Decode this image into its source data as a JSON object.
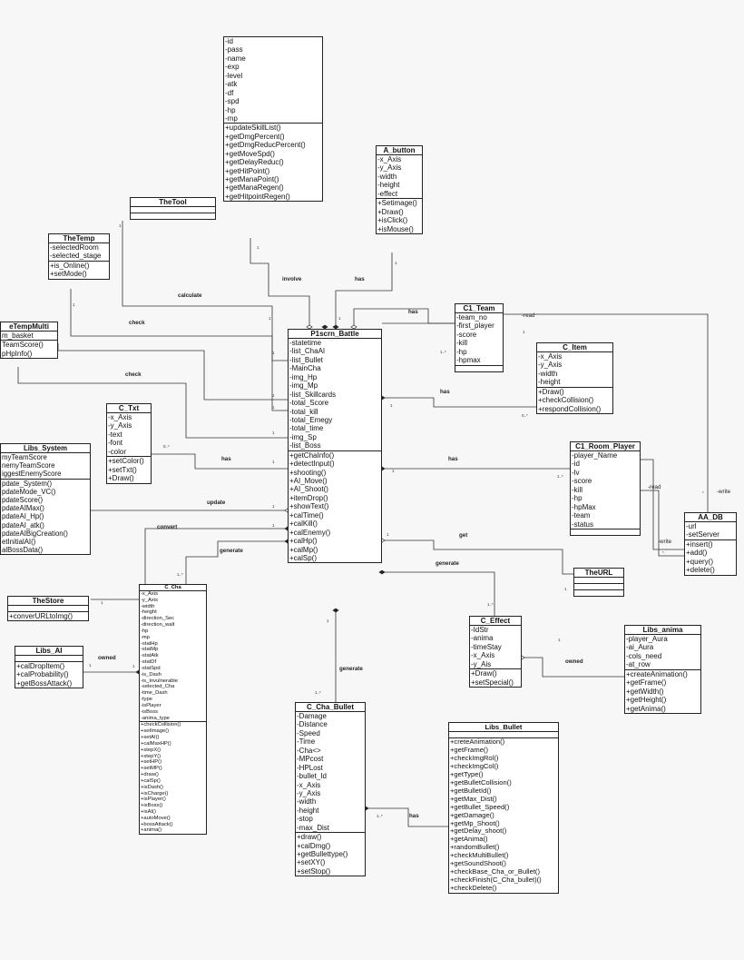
{
  "classes": [
    {
      "id": "user_stats",
      "name": "",
      "attributes": [
        "-id",
        "-pass",
        "-name",
        "-exp",
        "-level",
        "-atk",
        "-df",
        "-spd",
        "-hp",
        "-mp"
      ],
      "methods": [
        "+updateSkillList()",
        "+getDmgPercent()",
        "+getDmgReducPercent()",
        "+getMoveSpd()",
        "+getDelayReduc()",
        "+getHitPoint()",
        "+getManaPoint()",
        "+getManaRegen()",
        "+getHitpointRegen()"
      ]
    },
    {
      "id": "a_button",
      "name": "A_button",
      "attributes": [
        "-x_Axis",
        "-y_Axis",
        "-width",
        "-height",
        "-effect"
      ],
      "methods": [
        "+Setimage()",
        "+Draw()",
        "+isClick()",
        "+isMouse()"
      ]
    },
    {
      "id": "the_tool",
      "name": "TheTool",
      "attributes": [],
      "methods": []
    },
    {
      "id": "the_temp",
      "name": "TheTemp",
      "attributes": [
        "-selectedRoom",
        "-selected_stage"
      ],
      "methods": [
        "+is_Online()",
        "+setMode()"
      ]
    },
    {
      "id": "the_temp_multi",
      "name": "eTempMulti",
      "attributes": [
        "m_basket"
      ],
      "methods": [
        "TeamScore()",
        "pHpInfo()"
      ]
    },
    {
      "id": "p1scrn_battle",
      "name": "P1scrn_Battle",
      "attributes": [
        "-statetime",
        "-list_ChaAI",
        "-list_Bullet",
        "-MainCha",
        "-img_Hp",
        "-img_Mp",
        "-list_Skillcards",
        "-total_Score",
        "-total_kill",
        "-total_Emegy",
        "-total_time",
        "-img_Sp",
        "-list_Boss"
      ],
      "methods": [
        "+getChaInfo()",
        "+detectInput()",
        "+shooting()",
        "+AI_Move()",
        "+AI_Shoot()",
        "+itemDrop()",
        "+showText()",
        "+calTime()",
        "+calKill()",
        "+calEnemy()",
        "+calHp()",
        "+calMp()",
        "+calSp()"
      ]
    },
    {
      "id": "c1_team",
      "name": "C1_Team",
      "attributes": [
        "-team_no",
        "-first_player",
        "-score",
        "-kill",
        "-hp",
        "-hpmax"
      ],
      "methods": []
    },
    {
      "id": "c_item",
      "name": "C_Item",
      "attributes": [
        "-x_Axis",
        "-y_Axis",
        "-width",
        "-height"
      ],
      "methods": [
        "+Draw()",
        "+checkCollision()",
        "+respondCollision()"
      ]
    },
    {
      "id": "c_txt",
      "name": "C_Txt",
      "attributes": [
        "-x_Axis",
        "-y_Axis",
        "-text",
        "-font",
        "-color"
      ],
      "methods": [
        "+setColor()",
        "+setTxt()",
        "+Draw()"
      ]
    },
    {
      "id": "libs_system",
      "name": "Libs_System",
      "attributes": [
        "myTeamScore",
        "nemyTeamScore",
        "iggestEnemyScore"
      ],
      "methods": [
        "pdate_System()",
        "pdateMode_VC()",
        "pdateScore()",
        "pdateAIMax()",
        "pdateAI_Hp()",
        "pdateAI_atk()",
        "pdateAIBigCreation()",
        "etInitialAI()",
        "alBossData()"
      ]
    },
    {
      "id": "c1_room_player",
      "name": "C1_Room_Player",
      "attributes": [
        "-player_Name",
        "-id",
        "-lv",
        "-score",
        "-kill",
        "-hp",
        "-hpMax",
        "-team",
        "-status"
      ],
      "methods": []
    },
    {
      "id": "aa_db",
      "name": "AA_DB",
      "attributes": [
        "-url",
        "-setServer"
      ],
      "methods": [
        "+insert()",
        "+add()",
        "+query()",
        "+delete()"
      ]
    },
    {
      "id": "the_url",
      "name": "TheURL",
      "attributes": [],
      "methods": []
    },
    {
      "id": "the_store",
      "name": "TheStore",
      "attributes": [],
      "methods": [
        "+converURLtoImg()"
      ]
    },
    {
      "id": "c_cha",
      "name": "C_Cha",
      "attributes": [
        "-x_Axis",
        "-y_Axis",
        "-width",
        "-height",
        "-direction_Sec",
        "-direction_walt",
        "-hp",
        "-mp",
        "-statHp",
        "-statMp",
        "-statAtk",
        "-statDf",
        "-statSpd",
        "-is_Dash",
        "-is_Invulnerable",
        "-selected_Cha",
        "-time_Dash",
        "-type",
        "-isPlayer",
        "-isBoss",
        "-anima_type"
      ],
      "methods": [
        "+checkCollision()",
        "+setImage()",
        "+setAI()",
        "+calMaxHP()",
        "+stepX()",
        "+stepY()",
        "+setHP()",
        "+setMP()",
        "+draw()",
        "+calSp()",
        "+isDash()",
        "+isCharge()",
        "+isPlayer()",
        "+isBoss()",
        "+isAI()",
        "+autoMove()",
        "+bossAttack()",
        "+anima()"
      ]
    },
    {
      "id": "c_effect",
      "name": "C_Effect",
      "attributes": [
        "-IdStr",
        "-anima",
        "-timeStay",
        "-x_Axis",
        "-y_Ais"
      ],
      "methods": [
        "+Draw()",
        "+setSpecial()"
      ]
    },
    {
      "id": "libs_anima",
      "name": "Libs_anima",
      "attributes": [
        "-player_Aura",
        "-ai_Aura",
        "-cols_need",
        "-at_row"
      ],
      "methods": [
        "+createAnimation()",
        "+getFrame()",
        "+getWidth()",
        "+getHeight()",
        "+getAnima()"
      ]
    },
    {
      "id": "libs_ai",
      "name": "Libs_AI",
      "attributes": [],
      "methods": [
        "+calDropItem()",
        "+calProbability()",
        "+getBossAttack()"
      ]
    },
    {
      "id": "c_cha_bullet",
      "name": "C_Cha_Bullet",
      "attributes": [
        "-Damage",
        "-Distance",
        "-Speed",
        "-Time",
        "-Cha<>",
        "-MPcost",
        "-HPLost",
        "-bullet_Id",
        "-x_Axis",
        "-y_Axis",
        "-width",
        "-height",
        "-stop",
        "-max_Dist"
      ],
      "methods": [
        "+draw()",
        "+calDmg()",
        "+getBullettype()",
        "+setXY()",
        "+setStop()"
      ]
    },
    {
      "id": "libs_bullet",
      "name": "Libs_Bullet",
      "attributes": [],
      "methods": [
        "+creteAnimation()",
        "+getFrame()",
        "+checkImgRol()",
        "+checkImgCol()",
        "+getType()",
        "+getBulletCollision()",
        "+getBulletId()",
        "+getMax_Dist()",
        "+getBullet_Speed()",
        "+getDamage()",
        "+getMp_Shoot()",
        "+getDelay_shoot()",
        "+getAnima()",
        "+randomBullet()",
        "+checkMultiBullet()",
        "+getSoundShoot()",
        "+checkBase_Cha_or_Bullet()",
        "+checkFinish(C_Cha_bullet)()",
        "+checkDelete()"
      ]
    }
  ],
  "labels": {
    "involve": "involve",
    "has1": "has",
    "calculate": "calculate",
    "check1": "check",
    "check2": "check",
    "has_team": "has",
    "has_item": "has",
    "has_txt": "has",
    "has_room": "has",
    "update": "update",
    "convert": "convert",
    "generate1": "generate",
    "get": "get",
    "generate2": "generate",
    "owned1": "owned",
    "generate3": "generate",
    "owned2": "owned",
    "has_bullet": "has",
    "read1": "-read",
    "read2": "-read",
    "write1": "-write",
    "write2": "-write"
  },
  "multiplicities": [
    "1",
    "1",
    "1",
    "1",
    "1",
    "1",
    "1",
    "1",
    "1",
    "1",
    "1",
    "1",
    "1",
    "1",
    "1",
    "1",
    "1",
    "1",
    "1",
    "1",
    "1",
    "1",
    "1",
    "1..*",
    "0..*",
    "0..*",
    "1..*",
    "1..*",
    "1..*",
    "1..*",
    "1..*",
    "1..*",
    "*",
    "*"
  ]
}
